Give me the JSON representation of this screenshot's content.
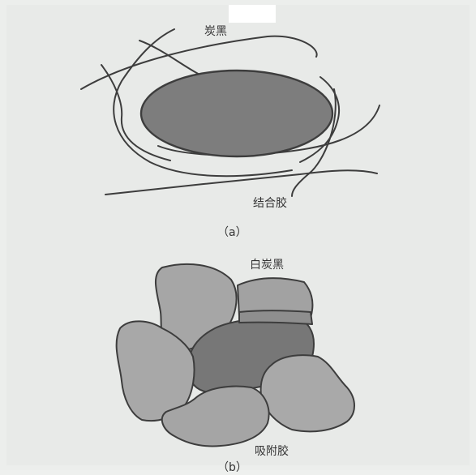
{
  "panel_a": {
    "label_particle": "炭黑",
    "label_binder": "结合胶",
    "caption": "（a）"
  },
  "panel_b": {
    "label_white_carbon": "白炭黑",
    "label_adsorbed": "吸附胶",
    "caption": "（b）"
  },
  "colors": {
    "stroke": "#3d3d3d",
    "particle_fill": "#7d7d7d",
    "fragment_light": "#a9a9a9",
    "fragment_mid": "#9a9a9a",
    "fragment_dark": "#777777"
  }
}
